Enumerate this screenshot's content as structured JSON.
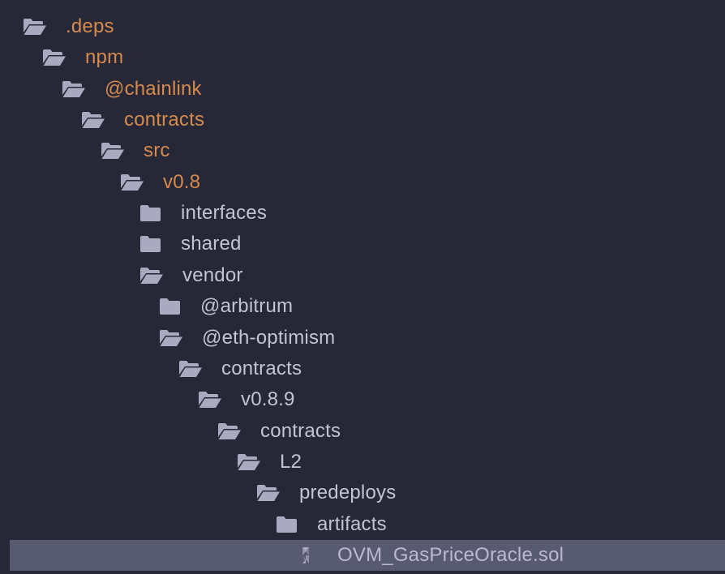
{
  "theme": {
    "background": "#262737",
    "folder_icon_color": "#a9aac0",
    "modified_text_color": "#d68a4d",
    "text_color": "#c3c3d6",
    "selection_color": "#585a70"
  },
  "tree": [
    {
      "label": ".deps",
      "depth": 0,
      "type": "folder-open",
      "modified": true
    },
    {
      "label": "npm",
      "depth": 1,
      "type": "folder-open",
      "modified": true
    },
    {
      "label": "@chainlink",
      "depth": 2,
      "type": "folder-open",
      "modified": true
    },
    {
      "label": "contracts",
      "depth": 3,
      "type": "folder-open",
      "modified": true
    },
    {
      "label": "src",
      "depth": 4,
      "type": "folder-open",
      "modified": true
    },
    {
      "label": "v0.8",
      "depth": 5,
      "type": "folder-open",
      "modified": true
    },
    {
      "label": "interfaces",
      "depth": 6,
      "type": "folder",
      "modified": false
    },
    {
      "label": "shared",
      "depth": 6,
      "type": "folder",
      "modified": false
    },
    {
      "label": "vendor",
      "depth": 6,
      "type": "folder-open",
      "modified": false
    },
    {
      "label": "@arbitrum",
      "depth": 7,
      "type": "folder",
      "modified": false
    },
    {
      "label": "@eth-optimism",
      "depth": 7,
      "type": "folder-open",
      "modified": false
    },
    {
      "label": "contracts",
      "depth": 8,
      "type": "folder-open",
      "modified": false
    },
    {
      "label": "v0.8.9",
      "depth": 9,
      "type": "folder-open",
      "modified": false
    },
    {
      "label": "contracts",
      "depth": 10,
      "type": "folder-open",
      "modified": false
    },
    {
      "label": "L2",
      "depth": 11,
      "type": "folder-open",
      "modified": false
    },
    {
      "label": "predeploys",
      "depth": 12,
      "type": "folder-open",
      "modified": false
    },
    {
      "label": "artifacts",
      "depth": 13,
      "type": "folder",
      "modified": false
    },
    {
      "label": "OVM_GasPriceOracle.sol",
      "depth": 14,
      "type": "solidity-file",
      "modified": false,
      "selected": true
    }
  ]
}
